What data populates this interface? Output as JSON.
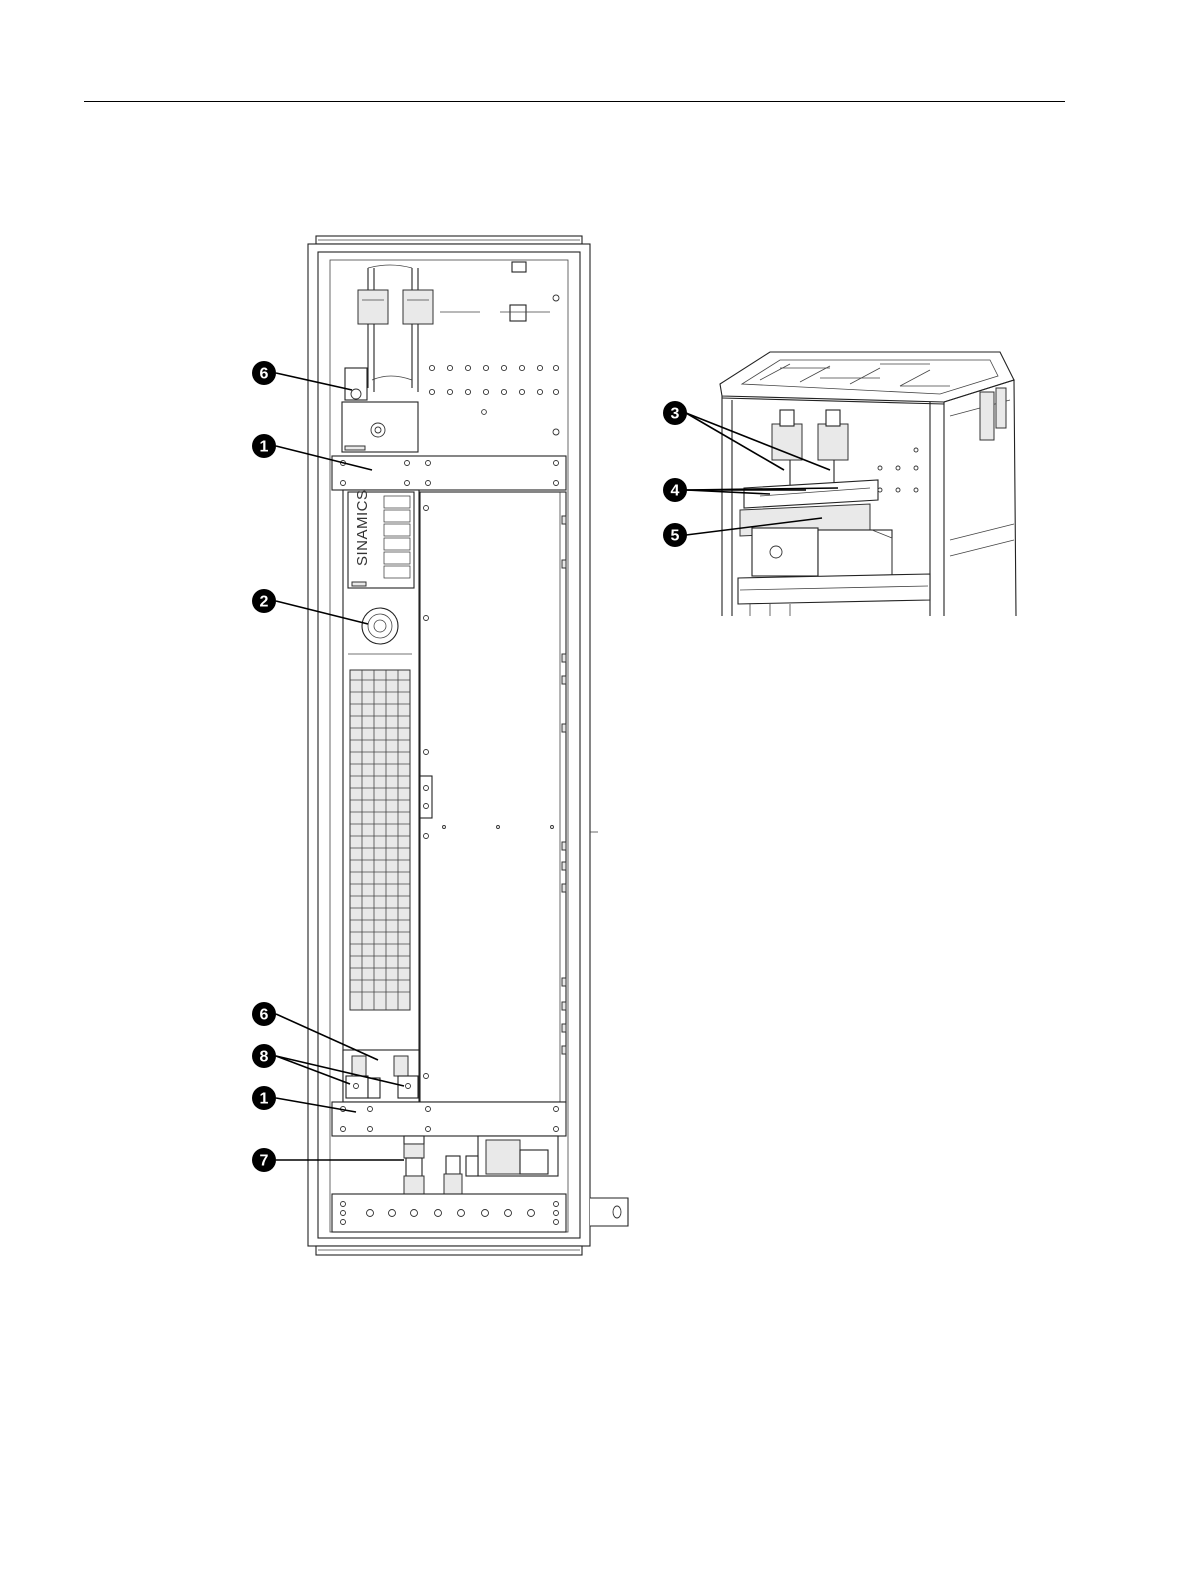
{
  "document": {
    "brand_label": "SINAMICS"
  },
  "callouts": {
    "front_view": [
      {
        "id": "c6a",
        "label": "6"
      },
      {
        "id": "c1a",
        "label": "1"
      },
      {
        "id": "c2",
        "label": "2"
      },
      {
        "id": "c6b",
        "label": "6"
      },
      {
        "id": "c8",
        "label": "8"
      },
      {
        "id": "c1b",
        "label": "1"
      },
      {
        "id": "c7",
        "label": "7"
      }
    ],
    "detail_view": [
      {
        "id": "c3",
        "label": "3"
      },
      {
        "id": "c4",
        "label": "4"
      },
      {
        "id": "c5",
        "label": "5"
      }
    ]
  }
}
